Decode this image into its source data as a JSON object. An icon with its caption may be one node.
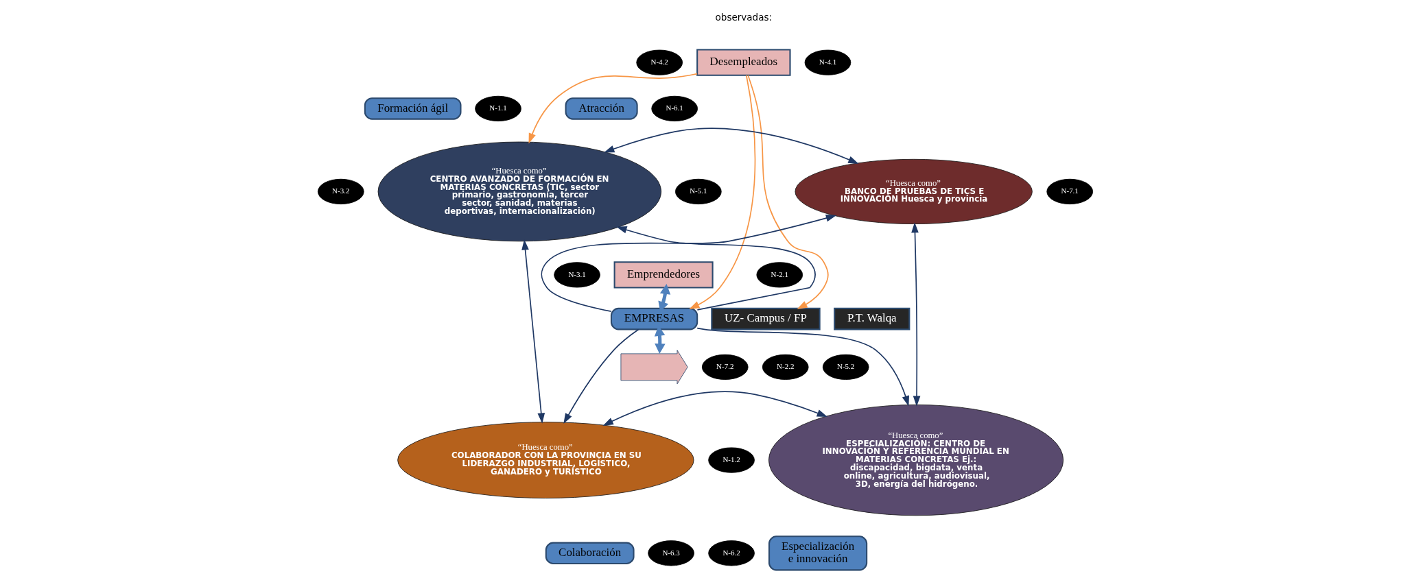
{
  "diagram": {
    "nodes": [
      {
        "text": [
          "Desempleados"
        ]
      },
      {
        "text": [
          "“Huesca como”",
          "CENTRO AVANZADO DE FORMACIÓN EN MATERIAS CONCRETAS (TIC, sector primario, gastronomía, tercer sector, sanidad, materias deportivas, internacionalización)"
        ]
      },
      {
        "text": [
          "“Huesca como”",
          "BANCO DE PRUEBAS DE TICS E INNOVACIÓN Huesca y provincia"
        ]
      },
      {
        "text": [
          "Emprendedores"
        ]
      },
      {
        "text": [
          "UZ- Campus / FP"
        ]
      },
      {
        "text": [
          "EMPRESAS"
        ]
      },
      {
        "text": [
          "P.T. Walqa"
        ]
      },
      {
        "text": [
          "“Huesca como”",
          "ESPECIALIZACIÓN: CENTRO DE INNOVACIÓN Y REFERENCIA MUNDIAL EN MATERIAS CONCRETAS Ej.: discapacidad, bigdata, venta online, agricultura, audiovisual, 3D, energía del hidrógeno."
        ]
      },
      {
        "text": [
          "“Huesca como”",
          "COLABORADOR CON LA PROVINCIA EN SU LIDERAZGO INDUSTRIAL, LOGÍSTICO, GANADERO y TURÍSTICO"
        ]
      },
      {
        "text": [
          "Formación ágil"
        ]
      },
      {
        "text": [
          "Atracción"
        ]
      },
      {
        "text": [
          "Especialización e innovación"
        ]
      },
      {
        "text": [
          "Colaboración"
        ]
      },
      {
        "text": [],
        "shape": "arrow"
      },
      {
        "text": [
          "N-4.1"
        ]
      },
      {
        "text": [
          "N-1.1"
        ]
      },
      {
        "text": [
          "N-4.2"
        ]
      },
      {
        "text": [
          "N-6.1"
        ]
      },
      {
        "text": [
          "N-3.2"
        ]
      },
      {
        "text": [
          "N-5.1"
        ]
      },
      {
        "text": [
          "N-7.1"
        ]
      },
      {
        "text": [
          "N-3.1"
        ]
      },
      {
        "text": [
          "N-2.1"
        ]
      },
      {
        "text": [
          "N-5.2"
        ]
      },
      {
        "text": [
          "N-7.2"
        ]
      },
      {
        "text": [
          "N-2.2"
        ]
      },
      {
        "text": [
          "N-1.2"
        ]
      },
      {
        "text": [
          "N-6.3"
        ]
      },
      {
        "text": [
          "N-6.2"
        ]
      }
    ],
    "edges": [
      {
        "from": 0,
        "to": 1,
        "arrow": "to",
        "color": "#f79646"
      },
      {
        "from": 0,
        "to": 4,
        "arrow": "to",
        "color": "#f79646"
      },
      {
        "from": 0,
        "to": 5,
        "arrow": "to",
        "color": "#f79646"
      },
      {
        "from": 1,
        "to": 2,
        "arrow": "both"
      },
      {
        "from": 5,
        "to": 1,
        "arrow": "to"
      },
      {
        "from": 5,
        "to": 2,
        "arrow": "to"
      },
      {
        "from": 5,
        "to": 3,
        "arrow": "both",
        "style": "thick",
        "color": "#4f81bd"
      },
      {
        "from": 1,
        "to": 8,
        "arrow": "both"
      },
      {
        "from": 2,
        "to": 7,
        "arrow": "both"
      },
      {
        "from": 5,
        "to": 8,
        "arrow": "to"
      },
      {
        "from": 5,
        "to": 7,
        "arrow": "to"
      },
      {
        "from": 5,
        "to": 13,
        "arrow": "both",
        "style": "thick",
        "color": "#4f81bd"
      },
      {
        "from": 8,
        "to": 7,
        "arrow": "both"
      }
    ],
    "labels": [
      "observadas:"
    ]
  }
}
